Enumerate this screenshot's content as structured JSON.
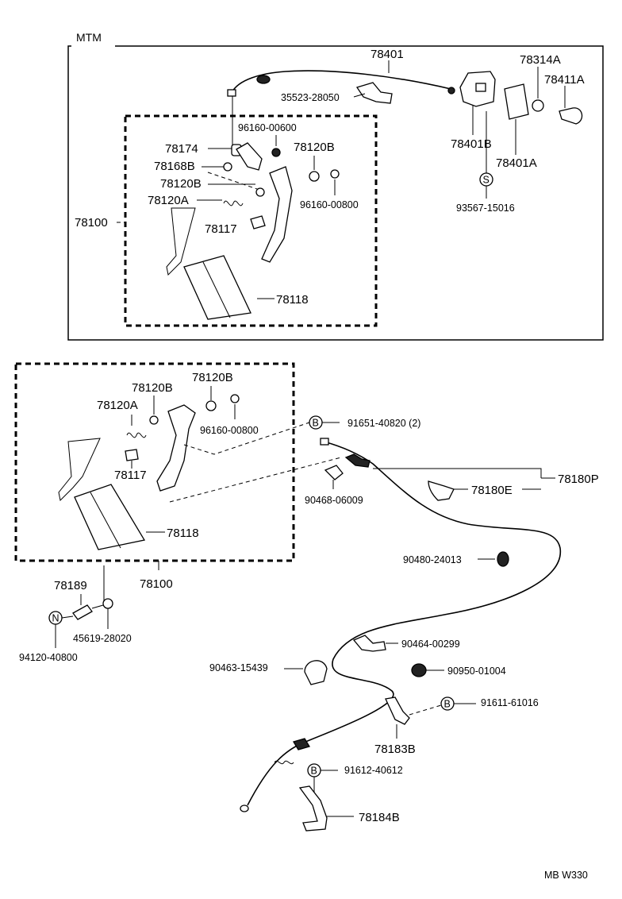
{
  "section_labels": {
    "mtm": "MTM",
    "footer": "MB W330"
  },
  "markers": {
    "s": "S",
    "b": "B",
    "n": "N"
  },
  "parts": {
    "p78401": "78401",
    "p78314A": "78314A",
    "p78411A": "78411A",
    "p35523_28050": "35523-28050",
    "p96160_00600": "96160-00600",
    "p78174": "78174",
    "p78120B_top": "78120B",
    "p78168B": "78168B",
    "p78120B_mid": "78120B",
    "p78120A_top": "78120A",
    "p96160_00800_top": "96160-00800",
    "p78117_top": "78117",
    "p78100_top": "78100",
    "p78118_top": "78118",
    "p78401B": "78401B",
    "p78401A": "78401A",
    "p93567_15016": "93567-15016",
    "p78120B_b1": "78120B",
    "p78120B_b2": "78120B",
    "p78120A_bot": "78120A",
    "p96160_00800_bot": "96160-00800",
    "p91651_40820": "91651-40820 (2)",
    "p78117_bot": "78117",
    "p90468_06009": "90468-06009",
    "p78180E": "78180E",
    "p78180P": "78180P",
    "p78118_bot": "78118",
    "p78100_bot": "78100",
    "p90480_24013": "90480-24013",
    "p78189": "78189",
    "p45619_28020": "45619-28020",
    "p94120_40800": "94120-40800",
    "p90464_00299": "90464-00299",
    "p90463_15439": "90463-15439",
    "p90950_01004": "90950-01004",
    "p91611_61016": "91611-61016",
    "p78183B": "78183B",
    "p91612_40612": "91612-40612",
    "p78184B": "78184B"
  }
}
